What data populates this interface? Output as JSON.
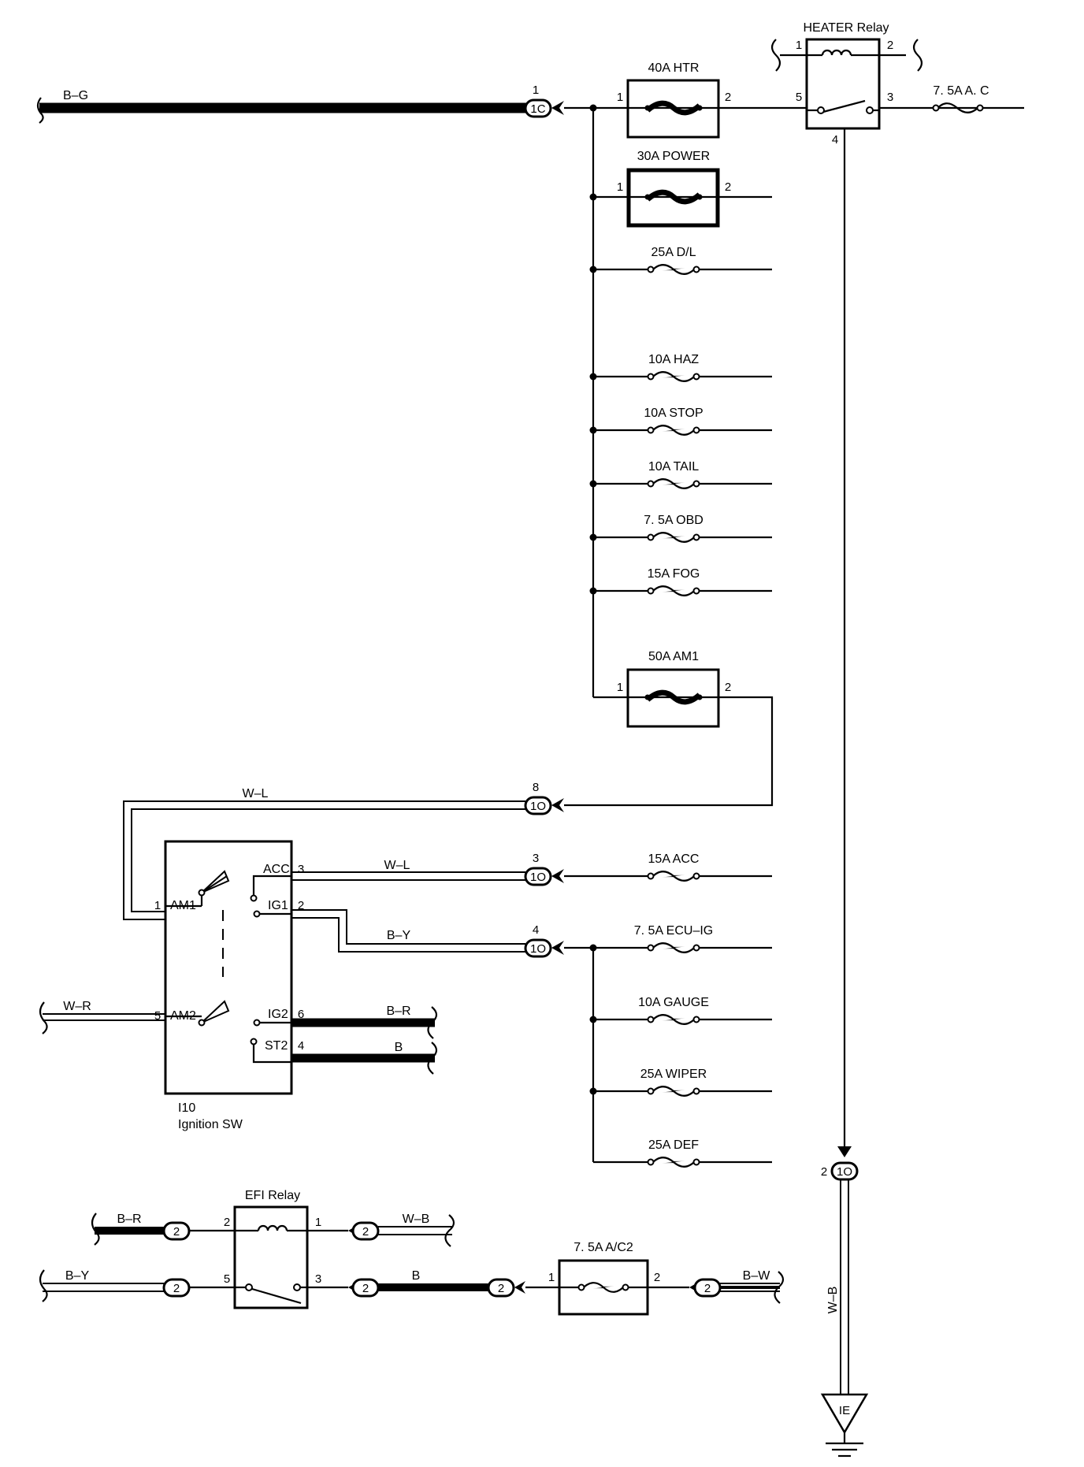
{
  "wire_colors": {
    "bg": "B–G",
    "wl_main": "W–L",
    "wl_acc": "W–L",
    "by_ig1": "B–Y",
    "wr": "W–R",
    "br_ig2": "B–R",
    "b_st2": "B",
    "wb_ground": "W–B",
    "br_efi": "B–R",
    "wb_efi": "W–B",
    "by_efi": "B–Y",
    "b_efi": "B",
    "bw_efi": "B–W"
  },
  "connectors": {
    "main_in": {
      "pin": "1",
      "code": "1C"
    },
    "am1_out": {
      "pin": "8",
      "code": "1O"
    },
    "acc_out": {
      "pin": "3",
      "code": "1O"
    },
    "ig1_out": {
      "pin": "4",
      "code": "1O"
    },
    "ground": {
      "pin": "2",
      "code": "1O"
    },
    "efi_1": "2",
    "efi_2": "2",
    "efi_3": "2",
    "efi_4": "2",
    "efi_5": "2",
    "efi_6": "2"
  },
  "heater_relay": {
    "title": "HEATER Relay",
    "pins": [
      "1",
      "2",
      "5",
      "3",
      "4"
    ]
  },
  "big_fuses": [
    {
      "label": "40A HTR",
      "pin_left": "1",
      "pin_right": "2"
    },
    {
      "label": "30A POWER",
      "pin_left": "1",
      "pin_right": "2"
    },
    {
      "label": "50A AM1",
      "pin_left": "1",
      "pin_right": "2"
    }
  ],
  "small_fuses": [
    "25A D/L",
    "10A HAZ",
    "10A STOP",
    "10A TAIL",
    "7. 5A OBD",
    "15A FOG"
  ],
  "ac_fuse": "7. 5A A. C",
  "acc_fuse": "15A ACC",
  "ig_fuses": [
    "7. 5A ECU–IG",
    "10A GAUGE",
    "25A WIPER",
    "25A DEF"
  ],
  "ignition_switch": {
    "id": "I10",
    "name": "Ignition SW",
    "terminals": {
      "am1": "AM1",
      "am1_pin": "1",
      "am2": "AM2",
      "am2_pin": "5",
      "acc": "ACC",
      "acc_pin": "3",
      "ig1": "IG1",
      "ig1_pin": "2",
      "ig2": "IG2",
      "ig2_pin": "6",
      "st2": "ST2",
      "st2_pin": "4"
    }
  },
  "efi_relay": {
    "title": "EFI Relay",
    "pins": [
      "2",
      "1",
      "5",
      "3"
    ]
  },
  "ac2_fuse": {
    "label": "7. 5A A/C2",
    "pin_left": "1",
    "pin_right": "2"
  },
  "ground_symbol": "IE"
}
